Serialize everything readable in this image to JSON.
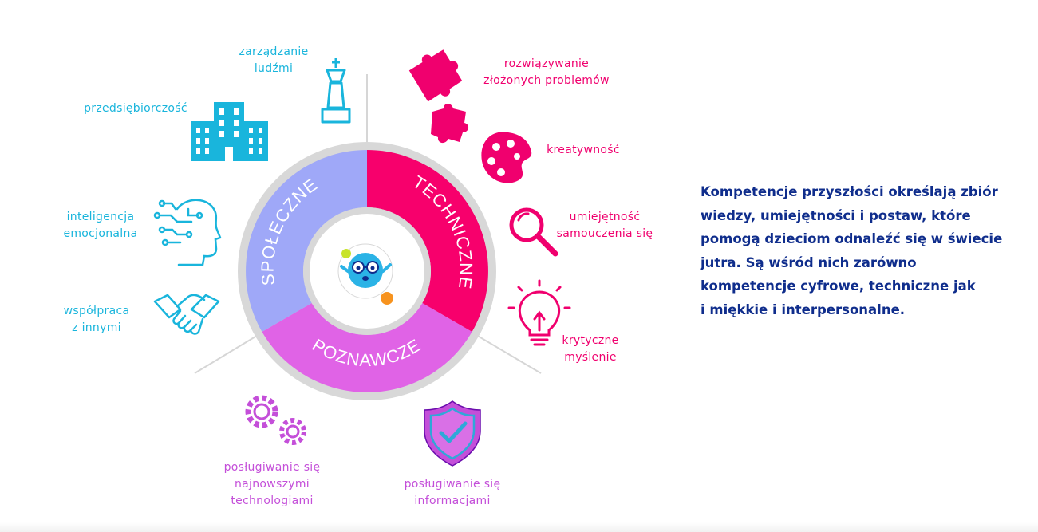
{
  "segments": {
    "technical": "TECHNICZNE",
    "social": "SPOŁECZNE",
    "cognitive": "POZNAWCZE"
  },
  "skills": {
    "management": "zarządzanie\nludźmi",
    "entrepreneurship": "przedsiębiorczość",
    "emotional_intelligence": "inteligencja\nemocjonalna",
    "cooperation": "współpraca\nz innymi",
    "problem_solving": "rozwiązywanie\nzłożonych problemów",
    "creativity": "kreatywność",
    "self_learning": "umiejętność\nsamouczenia się",
    "critical_thinking": "krytyczne\nmyślenie",
    "new_tech": "posługiwanie się\nnajnowszymi\ntechnologiami",
    "information": "posługiwanie się\ninformacjami"
  },
  "description": "Kompetencje przyszłości określają zbiór\nwiedzy, umiejętności i postaw, które\npomogą dzieciom odnaleźć się w świecie\njutra. Są wśród nich zarówno\nkompetencje cyfrowe, techniczne jak\ni miękkie i interpersonalne.",
  "colors": {
    "technical": "#f7006c",
    "social": "#9fa8f8",
    "cognitive": "#e063e6",
    "ring": "#d8d8d8",
    "cyan": "#19b5dc",
    "magenta": "#f0006e",
    "violet": "#c44fd9",
    "text_navy": "#0f2d8c"
  },
  "icons": {
    "management": "chess-king-icon",
    "entrepreneurship": "office-buildings-icon",
    "emotional_intelligence": "ai-head-icon",
    "cooperation": "handshake-icon",
    "problem_solving": "puzzle-icon",
    "creativity": "paint-palette-icon",
    "self_learning": "magnifier-icon",
    "critical_thinking": "lightbulb-icon",
    "new_tech": "gears-icon",
    "information": "shield-check-icon",
    "center": "mascot-icon"
  }
}
